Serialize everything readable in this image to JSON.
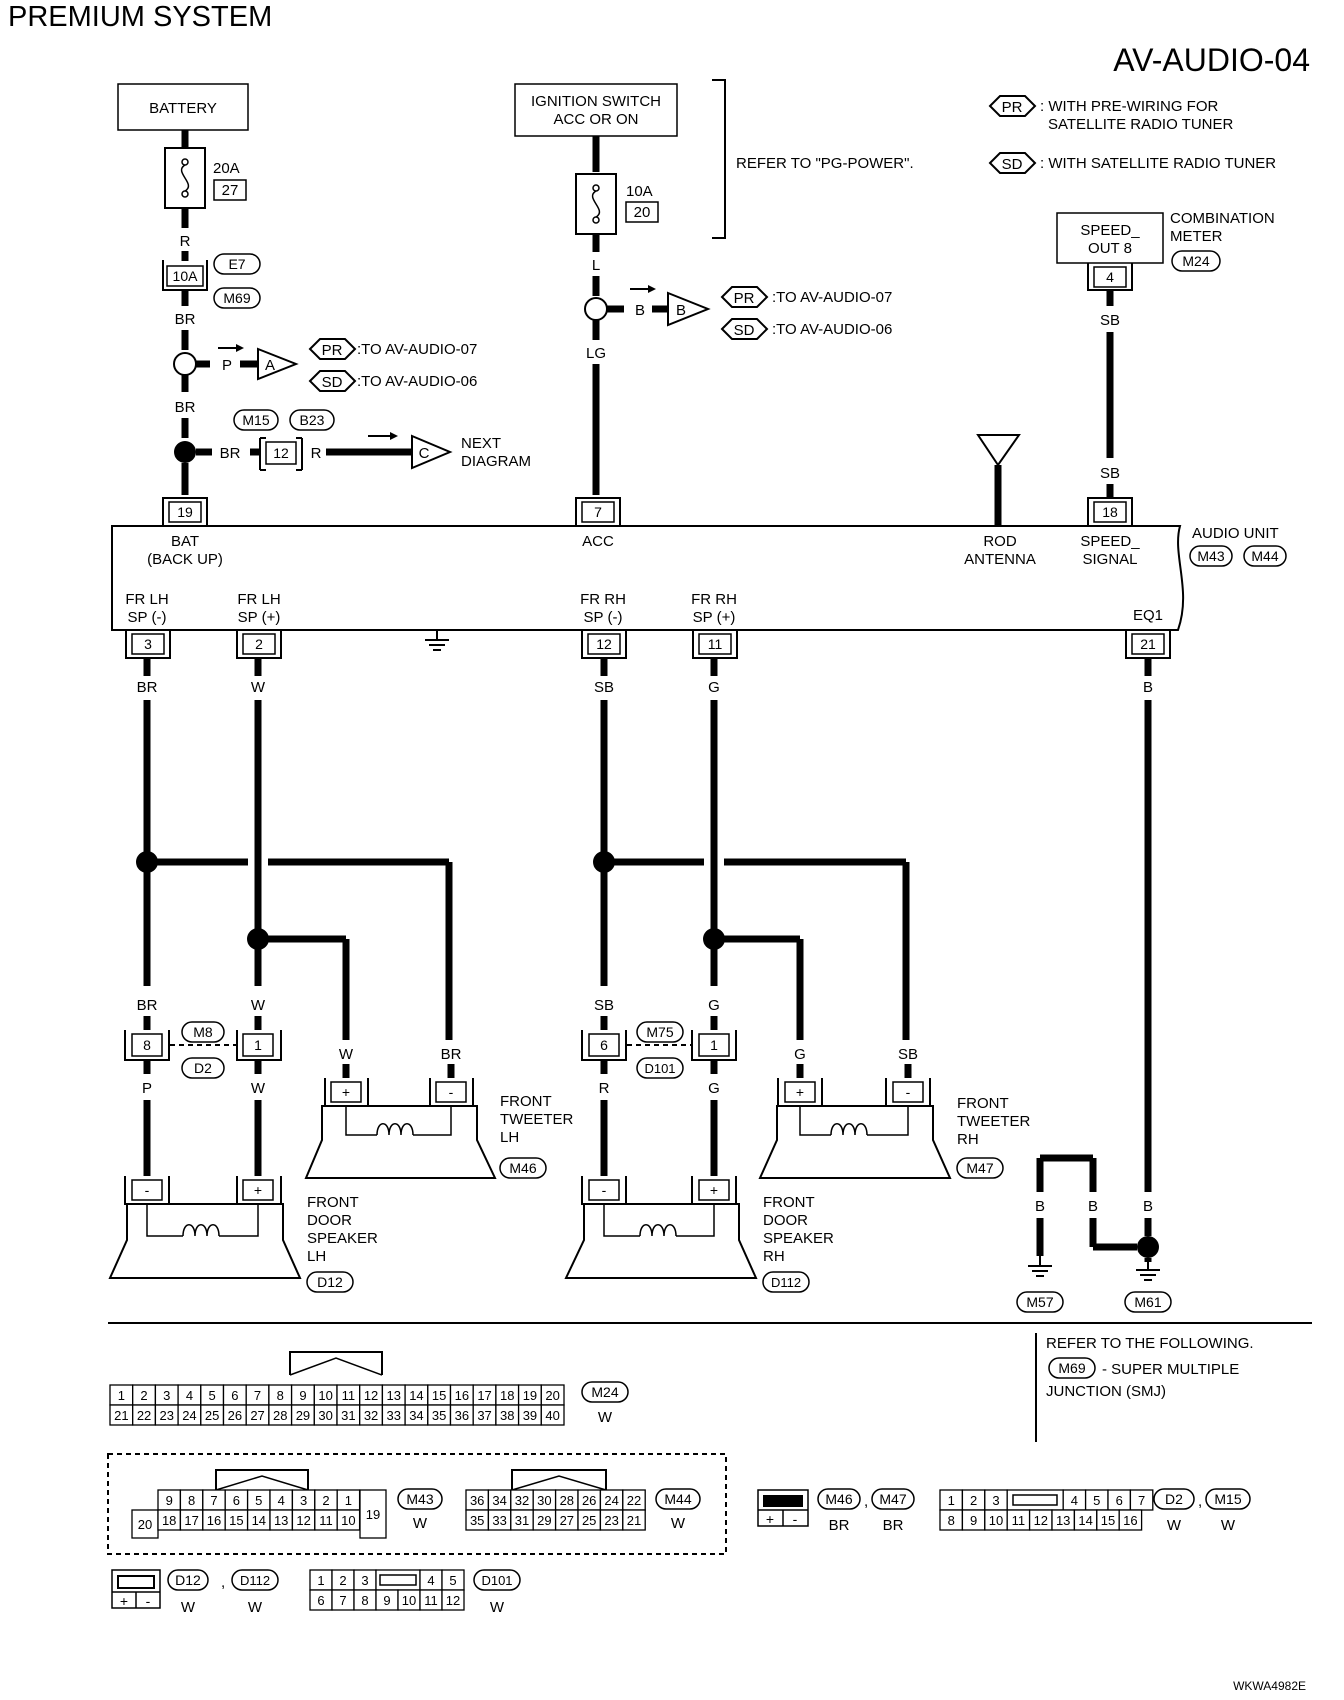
{
  "header": {
    "system": "PREMIUM SYSTEM",
    "page": "AV-AUDIO-04"
  },
  "legend": {
    "pr_tag": "PR",
    "pr_text1": ": WITH PRE-WIRING FOR",
    "pr_text2": "SATELLITE RADIO TUNER",
    "sd_tag": "SD",
    "sd_text": ": WITH SATELLITE RADIO TUNER"
  },
  "power": {
    "battery": "BATTERY",
    "fuse27_amp": "20A",
    "fuse27_no": "27",
    "ign1": "IGNITION SWITCH",
    "ign2": "ACC OR ON",
    "fuse20_amp": "10A",
    "fuse20_no": "20",
    "refer": "REFER TO \"PG-POWER\"."
  },
  "combo": {
    "pin": "SPEED_",
    "pin2": "OUT 8",
    "name1": "COMBINATION",
    "name2": "METER",
    "conn": "M24",
    "term": "4"
  },
  "wires": {
    "r": "R",
    "br": "BR",
    "p": "P",
    "l": "L",
    "b": "B",
    "lg": "LG",
    "sb": "SB",
    "w": "W",
    "g": "G"
  },
  "conns": {
    "e7": "E7",
    "m69": "M69",
    "t10a": "10A",
    "m15": "M15",
    "b23": "B23",
    "t12": "12",
    "m8": "M8",
    "d2": "D2",
    "m75": "M75",
    "d101": "D101",
    "m46": "M46",
    "m47": "M47",
    "d12": "D12",
    "d112": "D112",
    "m57": "M57",
    "m61": "M61",
    "m43": "M43",
    "m44": "M44",
    "m24": "M24"
  },
  "refs": {
    "a": "A",
    "b": "B",
    "c": "C",
    "pr": "PR",
    "sd": "SD",
    "av07": ":TO AV-AUDIO-07",
    "av06": ":TO AV-AUDIO-06",
    "next1": "NEXT",
    "next2": "DIAGRAM"
  },
  "audio": {
    "name": "AUDIO UNIT",
    "bat1": "BAT",
    "bat2": "(BACK UP)",
    "acc": "ACC",
    "rod1": "ROD",
    "rod2": "ANTENNA",
    "spd1": "SPEED_",
    "spd2": "SIGNAL",
    "fl_m1": "FR LH",
    "fl_m2": "SP (-)",
    "fl_p1": "FR LH",
    "fl_p2": "SP (+)",
    "fr_m1": "FR RH",
    "fr_m2": "SP (-)",
    "fr_p1": "FR RH",
    "fr_p2": "SP (+)",
    "eq": "EQ1",
    "p19": "19",
    "p7": "7",
    "p18": "18",
    "p3": "3",
    "p2": "2",
    "p12": "12",
    "p11": "11",
    "p21": "21"
  },
  "speakers": {
    "tw_lh1": "FRONT",
    "tw_lh2": "TWEETER",
    "tw_lh3": "LH",
    "tw_rh1": "FRONT",
    "tw_rh2": "TWEETER",
    "tw_rh3": "RH",
    "ds_lh1": "FRONT",
    "ds_lh2": "DOOR",
    "ds_lh3": "SPEAKER",
    "ds_lh4": "LH",
    "ds_rh1": "FRONT",
    "ds_rh2": "DOOR",
    "ds_rh3": "SPEAKER",
    "ds_rh4": "RH",
    "plus": "+",
    "minus": "-",
    "t8": "8",
    "t1": "1",
    "t6": "6"
  },
  "footer": {
    "refer1": "REFER TO THE FOLLOWING.",
    "refer2": "- SUPER MULTIPLE",
    "refer3": "JUNCTION (SMJ)",
    "code": "WKWA4982E",
    "w": "W",
    "br": "BR",
    "comma": ","
  },
  "views": {
    "m24_row1": [
      "1",
      "2",
      "3",
      "4",
      "5",
      "6",
      "7",
      "8",
      "9",
      "10",
      "11",
      "12",
      "13",
      "14",
      "15",
      "16",
      "17",
      "18",
      "19",
      "20"
    ],
    "m24_row2": [
      "21",
      "22",
      "23",
      "24",
      "25",
      "26",
      "27",
      "28",
      "29",
      "30",
      "31",
      "32",
      "33",
      "34",
      "35",
      "36",
      "37",
      "38",
      "39",
      "40"
    ],
    "m43_row1": [
      "9",
      "8",
      "7",
      "6",
      "5",
      "4",
      "3",
      "2",
      "1"
    ],
    "m43_row2": [
      "18",
      "17",
      "16",
      "15",
      "14",
      "13",
      "12",
      "11",
      "10"
    ],
    "m43_left": "20",
    "m43_right": "19",
    "m44_row1": [
      "36",
      "34",
      "32",
      "30",
      "28",
      "26",
      "24",
      "22"
    ],
    "m44_row2": [
      "35",
      "33",
      "31",
      "29",
      "27",
      "25",
      "23",
      "21"
    ],
    "d2_row1a": [
      "1",
      "2",
      "3"
    ],
    "d2_row1b": [
      "4",
      "5",
      "6",
      "7"
    ],
    "d2_row2": [
      "8",
      "9",
      "10",
      "11",
      "12",
      "13",
      "14",
      "15",
      "16"
    ],
    "d101_row1a": [
      "1",
      "2",
      "3"
    ],
    "d101_row1b": [
      "4",
      "5"
    ],
    "d101_row2": [
      "6",
      "7",
      "8",
      "9",
      "10",
      "11",
      "12"
    ]
  }
}
